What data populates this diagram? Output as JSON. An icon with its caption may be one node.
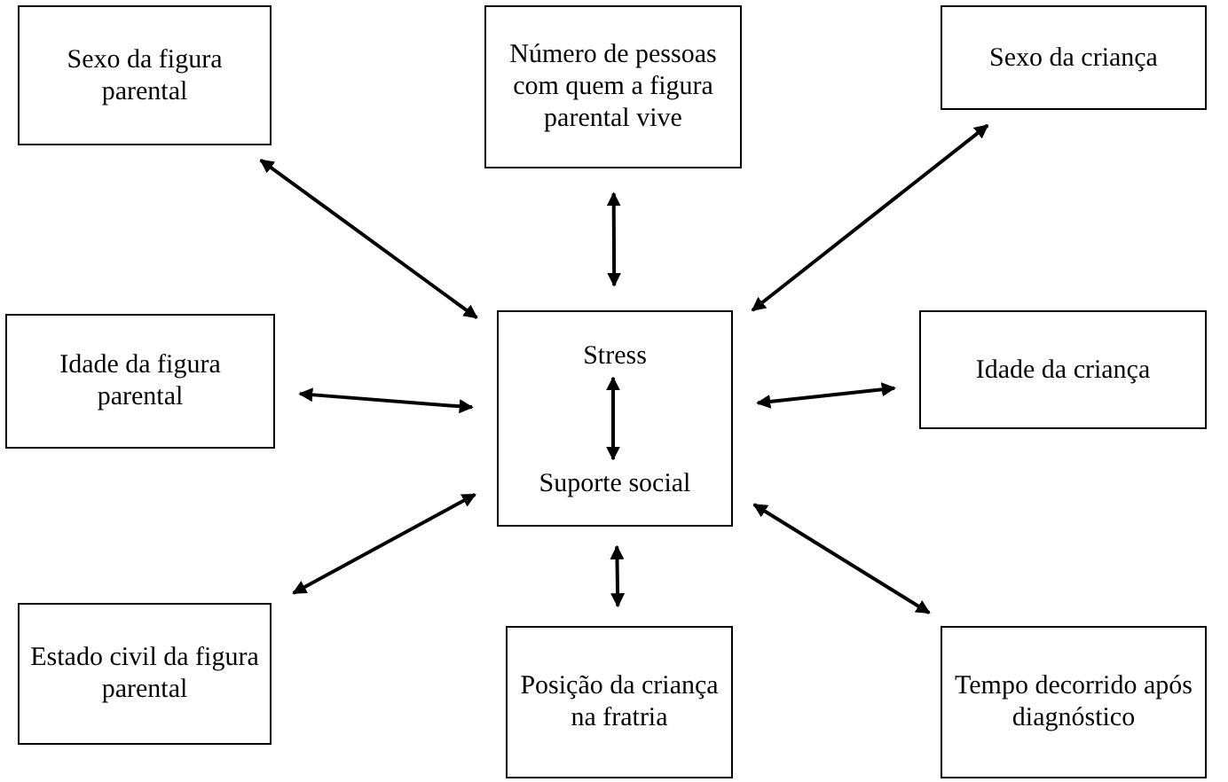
{
  "diagram": {
    "nodes": [
      {
        "text": [
          "Sexo da figura parental"
        ]
      },
      {
        "text": [
          "Número de pessoas com quem a figura parental vive"
        ]
      },
      {
        "text": [
          "Sexo da criança"
        ]
      },
      {
        "text": [
          "Idade da figura parental"
        ]
      },
      {
        "text": [],
        "shape": "box"
      },
      {
        "text": [
          "Stress"
        ],
        "in": 4
      },
      {
        "text": [
          "Suporte social"
        ],
        "in": 4
      },
      {
        "text": [
          "Idade da criança"
        ]
      },
      {
        "text": [
          "Estado civil da figura parental"
        ]
      },
      {
        "text": [
          "Posição da criança na fratria"
        ]
      },
      {
        "text": [
          "Tempo decorrido após diagnóstico"
        ]
      }
    ],
    "edges": [
      {
        "from": 0,
        "to": 4,
        "arrow": "both"
      },
      {
        "from": 1,
        "to": 4,
        "arrow": "both"
      },
      {
        "from": 2,
        "to": 4,
        "arrow": "both"
      },
      {
        "from": 3,
        "to": 4,
        "arrow": "both"
      },
      {
        "from": 5,
        "to": 6,
        "arrow": "both"
      },
      {
        "from": 7,
        "to": 4,
        "arrow": "both"
      },
      {
        "from": 8,
        "to": 4,
        "arrow": "both"
      },
      {
        "from": 9,
        "to": 4,
        "arrow": "both"
      },
      {
        "from": 10,
        "to": 4,
        "arrow": "both"
      }
    ]
  }
}
